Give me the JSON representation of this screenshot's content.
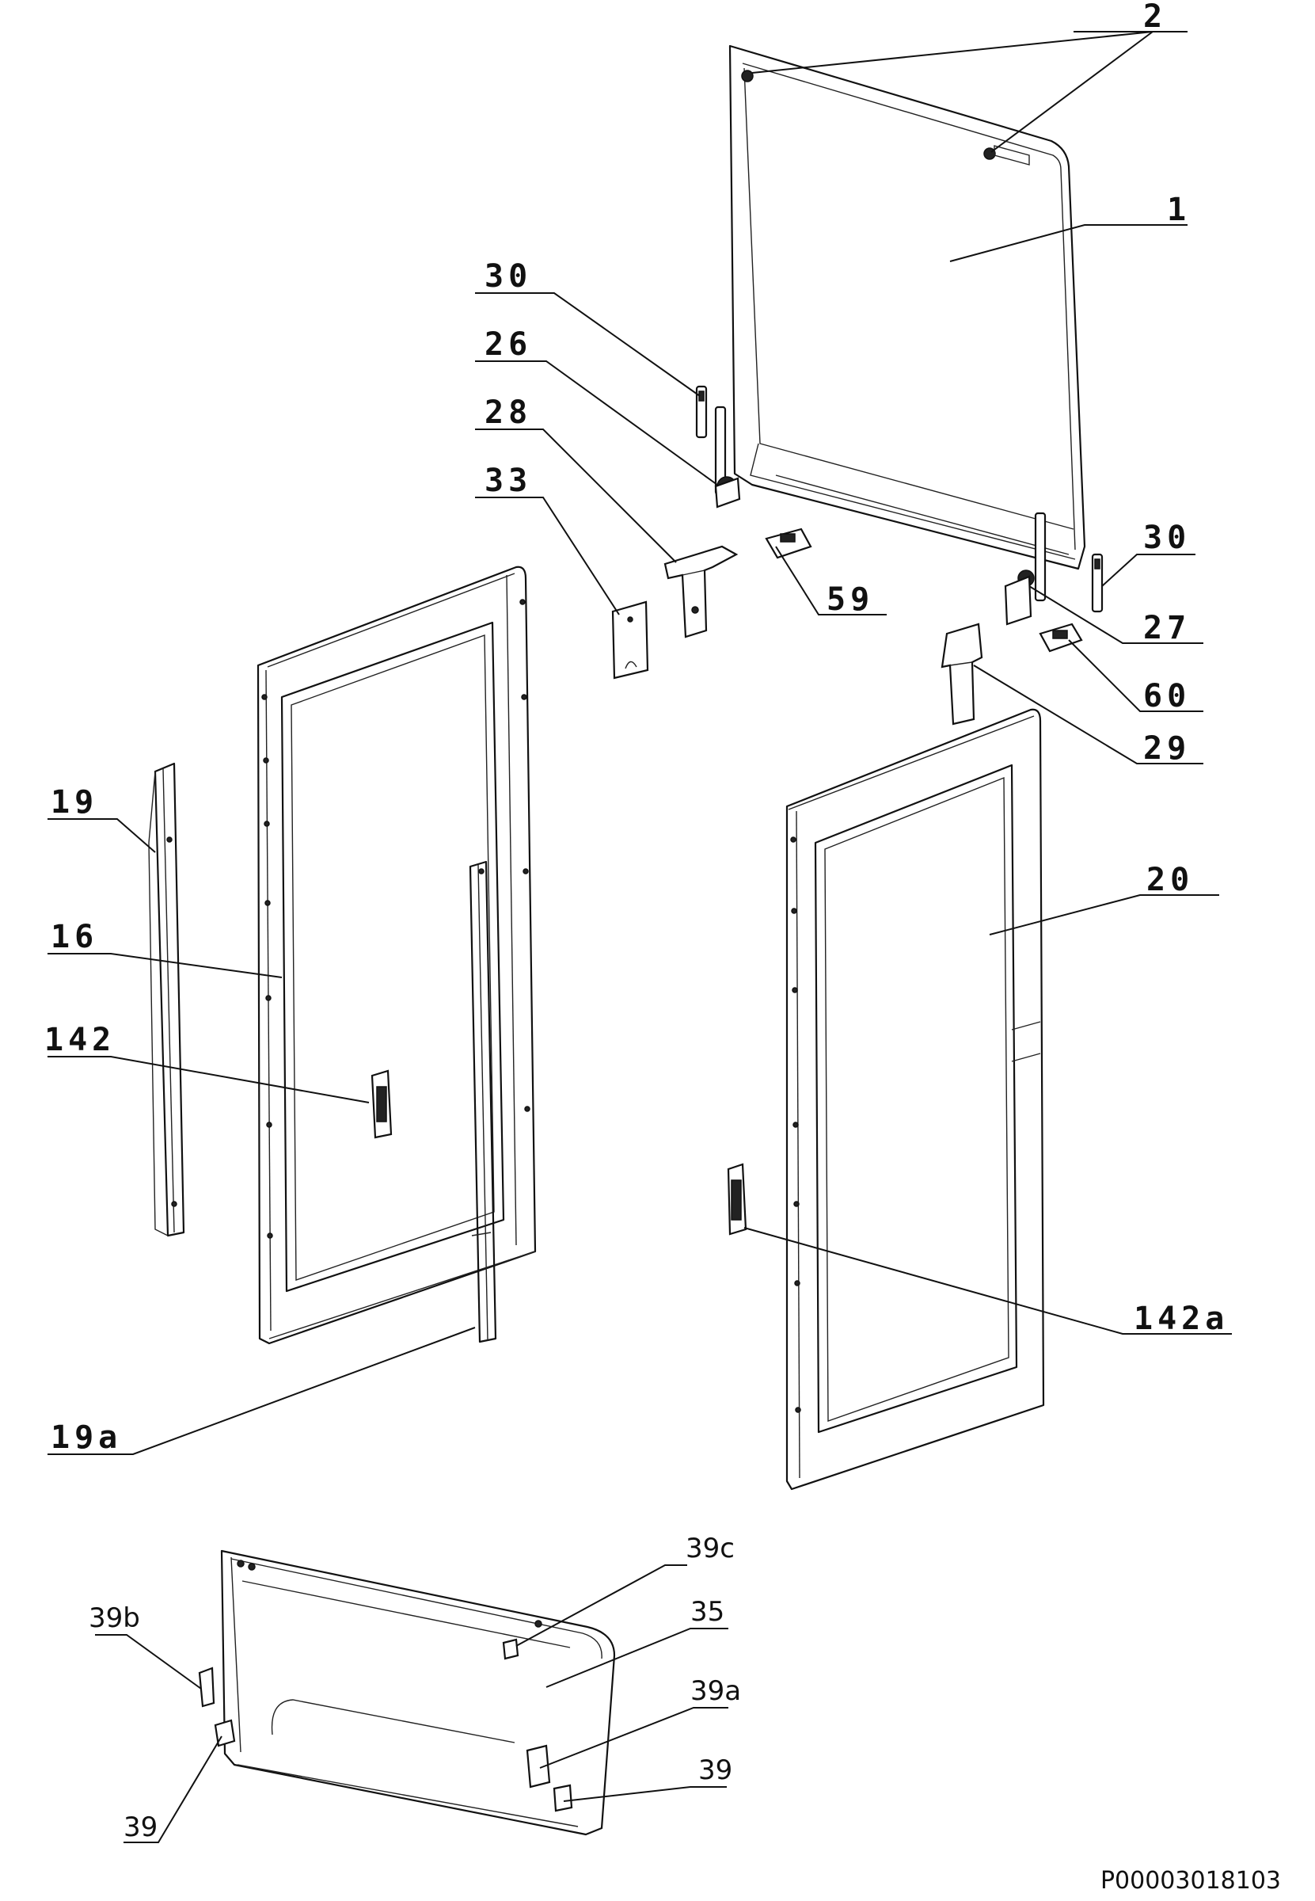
{
  "callouts": {
    "c1": "1",
    "c2": "2",
    "c16": "16",
    "c19": "19",
    "c19a": "19a",
    "c20": "20",
    "c26": "26",
    "c27": "27",
    "c28": "28",
    "c29": "29",
    "c30_left": "30",
    "c30_right": "30",
    "c33": "33",
    "c35": "35",
    "c39_left": "39",
    "c39_right": "39",
    "c39a": "39a",
    "c39b": "39b",
    "c39c": "39c",
    "c59": "59",
    "c60": "60",
    "c142": "142",
    "c142a": "142a"
  },
  "reference_code": "P00003018103"
}
